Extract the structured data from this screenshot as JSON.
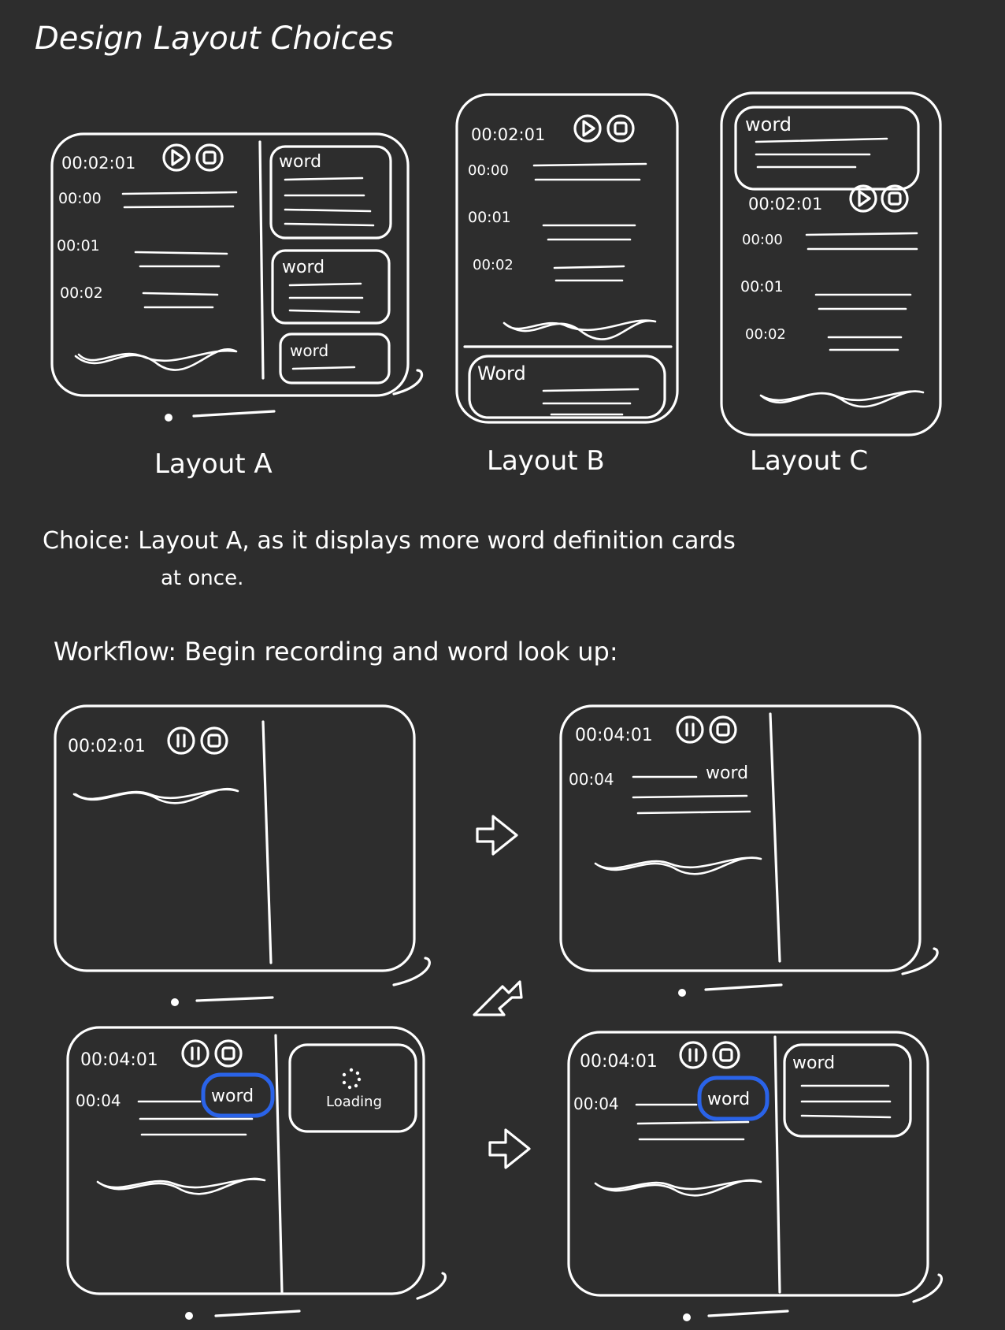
{
  "title": "Design Layout Choices",
  "layouts": [
    {
      "id": "A",
      "label": "Layout A",
      "timer": "00:02:01",
      "transcript_times": [
        "00:00",
        "00:01",
        "00:02"
      ],
      "cards": [
        "word",
        "word",
        "word"
      ]
    },
    {
      "id": "B",
      "label": "Layout B",
      "timer": "00:02:01",
      "transcript_times": [
        "00:00",
        "00:01",
        "00:02"
      ],
      "cards": [
        "Word"
      ]
    },
    {
      "id": "C",
      "label": "Layout C",
      "timer": "00:02:01",
      "transcript_times": [
        "00:00",
        "00:01",
        "00:02"
      ],
      "cards": [
        "word"
      ]
    }
  ],
  "choice": {
    "line1": "Choice: Layout A, as it displays more word definition cards",
    "line2": "at once."
  },
  "workflow": {
    "heading": "Workflow: Begin recording and word look up:",
    "steps": [
      {
        "timer": "00:02:01",
        "control": "pause",
        "transcript_time": "",
        "word": "",
        "card": ""
      },
      {
        "timer": "00:04:01",
        "control": "pause",
        "transcript_time": "00:04",
        "word": "word",
        "card": ""
      },
      {
        "timer": "00:04:01",
        "control": "pause",
        "transcript_time": "00:04",
        "word": "word",
        "highlighted": true,
        "card": "Loading"
      },
      {
        "timer": "00:04:01",
        "control": "pause",
        "transcript_time": "00:04",
        "word": "word",
        "highlighted": true,
        "card": "word"
      }
    ]
  },
  "colors": {
    "background": "#2d2d2d",
    "ink": "#ffffff",
    "highlight": "#2a63e8"
  },
  "icons": [
    "play-icon",
    "stop-icon",
    "pause-icon",
    "arrow-right-icon",
    "arrow-down-left-icon",
    "loading-spinner-icon"
  ]
}
